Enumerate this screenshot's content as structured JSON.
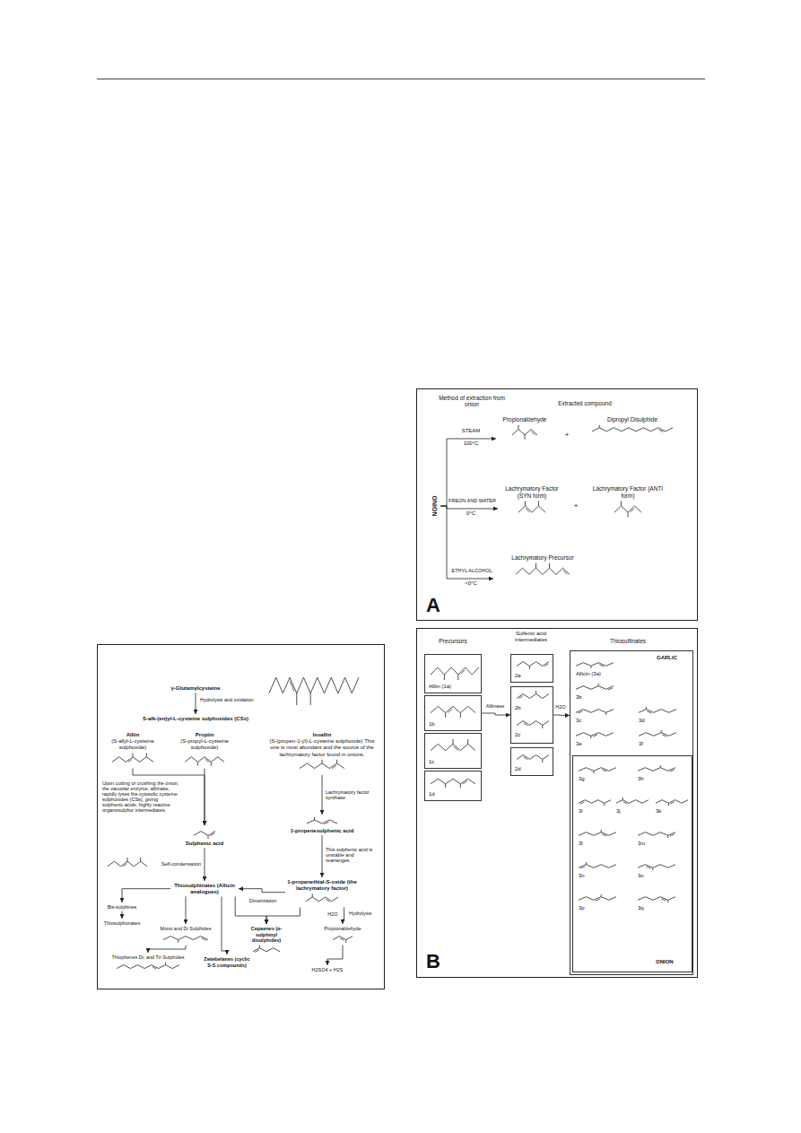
{
  "diagram": {
    "nodes": [
      {
        "text": [
          "γ-Glutamylcysteine"
        ]
      },
      {
        "text": [
          "S-alk-(en)yl-L-cysteine sulphoxides (CSs)"
        ]
      },
      {
        "text": [
          "Alliin",
          "(S-allyl-L-cysteine sulphoxide)"
        ]
      },
      {
        "text": [
          "Propiin",
          "(S-propyl-L-cysteine sulphoxide)"
        ]
      },
      {
        "text": [
          "Isoallin",
          "(S-(propen-1-yl)-L-cysteine sulphoxide) This one is most abundant and the source of the lachrymatory factor found in onions."
        ]
      },
      {
        "text": [
          "Sulphenic acid"
        ]
      },
      {
        "text": [
          "1-propenesulphenic acid"
        ]
      },
      {
        "text": [
          "Thiosulphinates (Allicin analogues)"
        ]
      },
      {
        "text": [
          "1-propanethial-S-oxide (the lachrymatory factor)"
        ]
      },
      {
        "text": [
          "Bis-sulphines"
        ]
      },
      {
        "text": [
          "Thiosulphonates"
        ]
      },
      {
        "text": [
          "Mono and Di Sulphides"
        ]
      },
      {
        "text": [
          "Cepaenes (α-sulphinyl disulphides)"
        ]
      },
      {
        "text": [
          "Propionaldehyde"
        ]
      },
      {
        "text": [
          "Thiophenes Di, and Tri Sulphides"
        ]
      },
      {
        "text": [
          "Zwiebelanes (cyclic S-S compounds)"
        ]
      },
      {
        "text": [
          "H2SO4 + H2S"
        ]
      },
      {
        "text": [
          "A"
        ]
      },
      {
        "text": [
          "ONION"
        ],
        "in": 17
      },
      {
        "text": [
          "Propionaldehyde"
        ],
        "in": 17
      },
      {
        "text": [
          "Dipropyl Disulphide"
        ],
        "in": 17
      },
      {
        "text": [
          "Lachrymatory Factor (SYN form)"
        ],
        "in": 17
      },
      {
        "text": [
          "Lachrymatory Factor (ANTI form)"
        ],
        "in": 17
      },
      {
        "text": [
          "Lachrymatory Precursor"
        ],
        "in": 17
      },
      {
        "text": [
          "B"
        ]
      },
      {
        "text": [
          "Alliin (1a)"
        ],
        "in": 24
      },
      {
        "text": [
          "1b"
        ],
        "in": 24
      },
      {
        "text": [
          "1c"
        ],
        "in": 24
      },
      {
        "text": [
          "1d"
        ],
        "in": 24
      },
      {
        "text": [
          "2a"
        ],
        "in": 24
      },
      {
        "text": [
          "2b",
          "2c"
        ],
        "in": 24
      },
      {
        "text": [
          "2d"
        ],
        "in": 24
      },
      {
        "text": [
          "GARLIC",
          "Allicin (3a)",
          "3b",
          "3c",
          "3d",
          "3e",
          "3f"
        ],
        "in": 24
      },
      {
        "text": [
          "3g",
          "3h",
          "3i",
          "3j",
          "3k",
          "3l",
          "3m",
          "3n",
          "3o",
          "3p",
          "3q",
          "ONION"
        ],
        "in": 32
      }
    ],
    "edges": [
      {
        "from": 0,
        "to": 1,
        "label": "Hydrolysis and oxidation",
        "arrow": "to"
      },
      {
        "from": 2,
        "to": 5,
        "arrow": "to"
      },
      {
        "from": 3,
        "to": 5,
        "arrow": "to"
      },
      {
        "from": 4,
        "to": 6,
        "label": "Lachrymatory factor synthase",
        "arrow": "to"
      },
      {
        "from": 5,
        "to": 7,
        "label": "Self-condensation",
        "arrow": "to"
      },
      {
        "from": 6,
        "to": 8,
        "label": "This sulphenic acid is unstable and rearranges",
        "arrow": "to"
      },
      {
        "from": 8,
        "to": 7,
        "label": "Dimerization",
        "arrow": "to"
      },
      {
        "from": 7,
        "to": 9,
        "arrow": "to"
      },
      {
        "from": 9,
        "to": 10,
        "arrow": "to"
      },
      {
        "from": 7,
        "to": 11,
        "arrow": "to"
      },
      {
        "from": 11,
        "to": 14,
        "arrow": "to"
      },
      {
        "from": 7,
        "to": 15,
        "arrow": "to"
      },
      {
        "from": 7,
        "to": 12,
        "arrow": "to"
      },
      {
        "from": 8,
        "to": 12,
        "arrow": "to"
      },
      {
        "from": 8,
        "to": 13,
        "label": "Hydrolysis",
        "arrow": "to"
      },
      {
        "from": 13,
        "to": 16,
        "arrow": "to"
      },
      {
        "from": 18,
        "to": 19,
        "label": "STEAM",
        "arrow": "to"
      },
      {
        "from": 18,
        "to": 21,
        "label": "FREON AND WATER",
        "arrow": "to"
      },
      {
        "from": 18,
        "to": 23,
        "label": "ETHYL ALCOHOL",
        "arrow": "to"
      },
      {
        "from": 26,
        "to": 30,
        "label": "Alliinase",
        "arrow": "to"
      },
      {
        "from": 30,
        "to": 32,
        "label": "H2O",
        "arrow": "to"
      }
    ],
    "labels": [
      "Upon cutting or crushing the onion, the vacuolar enzyme, alliinase, rapidly lyses the cytosolic cysteine sulphoxides (CSs), giving sulphenic acids, highly reactive organosulphur intermediates.",
      "H2O",
      "Method of extraction from onion",
      "Extracted compound",
      "+",
      "100°C",
      "+",
      "0°C",
      "<0°C",
      "Precursors",
      "Sulfenic acid intermediates",
      "Thiosulfinates"
    ]
  }
}
